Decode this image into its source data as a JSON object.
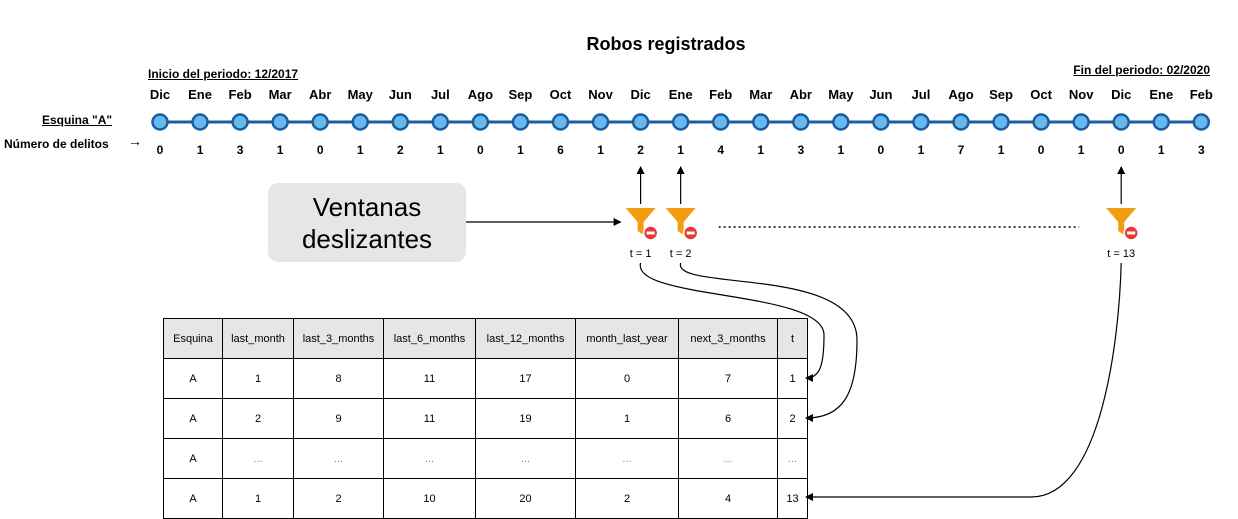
{
  "title": "Robos registrados",
  "period_start": "Inicio del periodo: 12/2017",
  "period_end": "Fin del periodo: 02/2020",
  "corner_label": "Esquina \"A\"",
  "count_label": "Número de delitos",
  "months": [
    "Dic",
    "Ene",
    "Feb",
    "Mar",
    "Abr",
    "May",
    "Jun",
    "Jul",
    "Ago",
    "Sep",
    "Oct",
    "Nov",
    "Dic",
    "Ene",
    "Feb",
    "Mar",
    "Abr",
    "May",
    "Jun",
    "Jul",
    "Ago",
    "Sep",
    "Oct",
    "Nov",
    "Dic",
    "Ene",
    "Feb"
  ],
  "counts": [
    "0",
    "1",
    "3",
    "1",
    "0",
    "1",
    "2",
    "1",
    "0",
    "1",
    "6",
    "1",
    "2",
    "1",
    "4",
    "1",
    "3",
    "1",
    "0",
    "1",
    "7",
    "1",
    "0",
    "1",
    "0",
    "1",
    "3"
  ],
  "sliding_windows_label": "Ventanas\ndeslizantes",
  "windows": [
    {
      "label": "t = 1",
      "month_index": 12,
      "table_row": 0
    },
    {
      "label": "t = 2",
      "month_index": 13,
      "table_row": 1
    },
    {
      "label": "t = 13",
      "month_index": 24,
      "table_row": 3
    }
  ],
  "colors": {
    "timeline_line": "#1a5e9f",
    "node_fill": "#68b7ee",
    "node_stroke": "#1a5e9f",
    "filter_orange": "#f39c12",
    "filter_no_red": "#e53935",
    "header_bg": "#e6e6e6"
  },
  "icons": {
    "filter": "funnel-filter-remove-icon",
    "arrow": "arrow-right-icon"
  },
  "table": {
    "columns": [
      "Esquina",
      "last_month",
      "last_3_months",
      "last_6_months",
      "last_12_months",
      "month_last_year",
      "next_3_months",
      "t"
    ],
    "rows": [
      [
        "A",
        "1",
        "8",
        "11",
        "17",
        "0",
        "7",
        "1"
      ],
      [
        "A",
        "2",
        "9",
        "11",
        "19",
        "1",
        "6",
        "2"
      ],
      [
        "A",
        "...",
        "...",
        "...",
        "...",
        "...",
        "...",
        "..."
      ],
      [
        "A",
        "1",
        "2",
        "10",
        "20",
        "2",
        "4",
        "13"
      ]
    ]
  }
}
